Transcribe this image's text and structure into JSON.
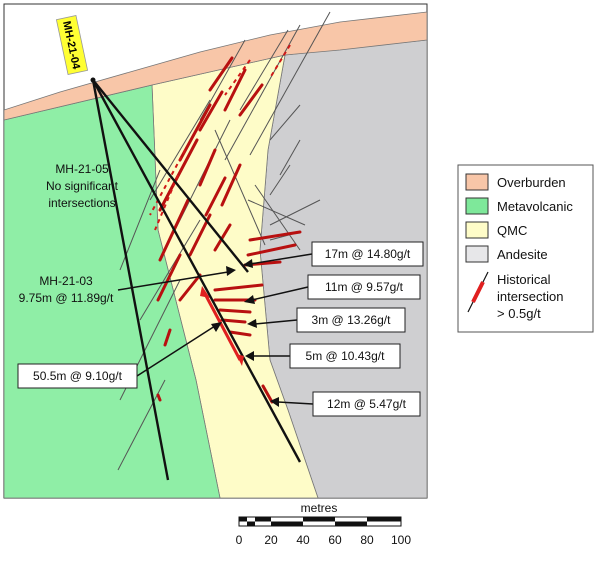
{
  "collar_label": "MH-21-04",
  "hole_labels": {
    "mh_21_05": {
      "name": "MH-21-05",
      "note_line1": "No significant",
      "note_line2": "intersections"
    },
    "mh_21_03": {
      "name": "MH-21-03",
      "value": "9.75m @ 11.89g/t"
    }
  },
  "callouts": [
    "17m @ 14.80g/t",
    "11m @ 9.57g/t",
    "3m @ 13.26g/t",
    "5m @ 10.43g/t",
    "12m @ 5.47g/t",
    "50.5m @ 9.10g/t"
  ],
  "legend": {
    "items": [
      {
        "label": "Overburden",
        "color": "#f9c9ad"
      },
      {
        "label": "Metavolcanic",
        "color": "#7ee89a"
      },
      {
        "label": "QMC",
        "color": "#fefcc8"
      },
      {
        "label": "Andesite",
        "color": "#e7e7e9"
      }
    ],
    "intersection": {
      "line1": "Historical",
      "line2": "intersection",
      "line3": "> 0.5g/t",
      "color": "#e02020"
    }
  },
  "scale": {
    "title": "metres",
    "ticks": [
      "0",
      "20",
      "40",
      "60",
      "80",
      "100"
    ]
  }
}
